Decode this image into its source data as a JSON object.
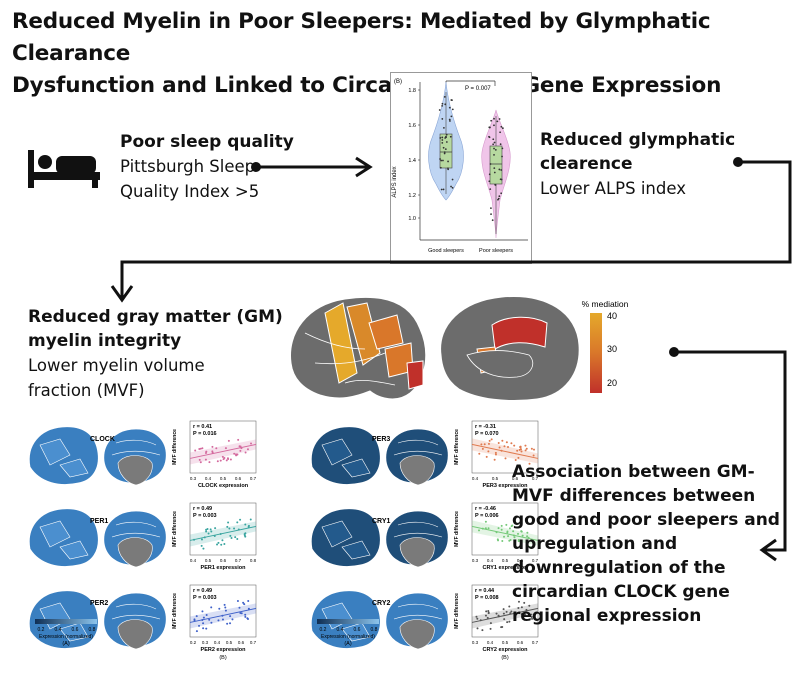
{
  "title": {
    "line1": "Reduced Myelin in Poor Sleepers: Mediated by Glymphatic Clearance",
    "line2": "Dysfunction and Linked to Circadian Clock Gene Expression"
  },
  "sleep": {
    "heading": "Poor sleep quality",
    "line1": "Pittsburgh Sleep",
    "line2": "Quality Index >5"
  },
  "glymphatic": {
    "heading1": "Reduced glymphatic",
    "heading2": "clearence",
    "sub": "Lower ALPS index"
  },
  "myelin": {
    "heading1": "Reduced gray matter (GM)",
    "heading2": "myelin integrity",
    "sub1": "Lower myelin volume",
    "sub2": "fraction (MVF)"
  },
  "association": {
    "lines": [
      "Association between GM-",
      "MVF differences between",
      "good and poor sleepers and",
      "upregulation and",
      "downregulation of the",
      "circardian CLOCK gene",
      "regional expression"
    ]
  },
  "violin": {
    "panel": "(B)",
    "p_value": "P = 0.007",
    "ylabel": "ALPS index",
    "yticks": [
      "1.8",
      "1.6",
      "1.4",
      "1.2",
      "1.0"
    ],
    "groups": [
      "Good sleepers",
      "Poor sleepers"
    ],
    "colors": {
      "good": "#bcd3f2",
      "poor": "#efc2e8",
      "box": "#b7d9a0"
    }
  },
  "mediation": {
    "legend_title": "% mediation",
    "ticks": [
      "40",
      "30",
      "20"
    ],
    "colors": [
      "#e5a92b",
      "#d9772a",
      "#c0302a"
    ]
  },
  "genes": {
    "expression_label": "Expression (normalized)",
    "scale_ticks": [
      "0.2",
      "0.4",
      "0.6",
      "0.8"
    ],
    "panel_a": "(A)",
    "panel_b": "(B)",
    "y_label": "MVF difference",
    "items": [
      {
        "id": "clock",
        "name": "CLOCK",
        "r": "r = 0.41",
        "p": "P = 0.016",
        "xlabel": "CLOCK expression",
        "color": "#d46a9e",
        "xticks": [
          "0.3",
          "0.4",
          "0.5",
          "0.6",
          "0.7"
        ]
      },
      {
        "id": "per1",
        "name": "PER1",
        "r": "r = 0.49",
        "p": "P = 0.003",
        "xlabel": "PER1 expression",
        "color": "#3aa5a0",
        "xticks": [
          "0.4",
          "0.5",
          "0.6",
          "0.7",
          "0.8"
        ]
      },
      {
        "id": "per2",
        "name": "PER2",
        "r": "r = 0.49",
        "p": "P = 0.003",
        "xlabel": "PER2 expression",
        "color": "#3f61c9",
        "xticks": [
          "0.2",
          "0.3",
          "0.4",
          "0.5",
          "0.6",
          "0.7"
        ]
      },
      {
        "id": "per3",
        "name": "PER3",
        "r": "r = -0.31",
        "p": "P = 0.070",
        "xlabel": "PER3 expression",
        "color": "#e07a4f",
        "xticks": [
          "0.4",
          "0.5",
          "0.6",
          "0.7"
        ]
      },
      {
        "id": "cry1",
        "name": "CRY1",
        "r": "r = -0.46",
        "p": "P = 0.006",
        "xlabel": "CRY1 expression",
        "color": "#74c978",
        "xticks": [
          "0.3",
          "0.4",
          "0.5",
          "0.6",
          "0.7"
        ]
      },
      {
        "id": "cry2",
        "name": "CRY2",
        "r": "r = 0.44",
        "p": "P = 0.008",
        "xlabel": "CRY2 expression",
        "color": "#555555",
        "xticks": [
          "0.3",
          "0.4",
          "0.5",
          "0.6",
          "0.7"
        ]
      }
    ]
  }
}
